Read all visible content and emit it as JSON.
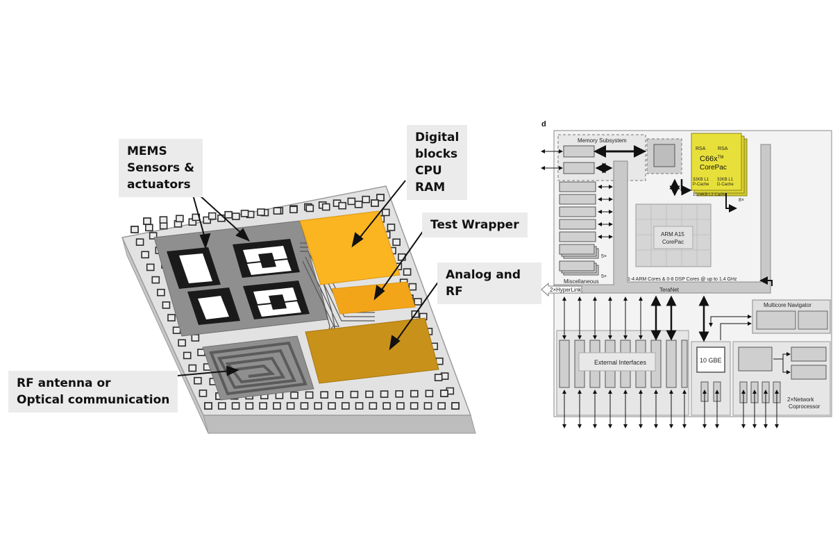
{
  "left_figure": {
    "callouts": {
      "mems": "MEMS\nSensors &\nactuators",
      "digital": "Digital\nblocks\nCPU\nRAM",
      "test_wrapper": "Test Wrapper",
      "analog_rf": "Analog and RF",
      "rf_antenna": "RF antenna or\nOptical communication"
    },
    "colors": {
      "chip_surface": "#e2e2e2",
      "mems_block": "#8f8f8f",
      "digital_block": "#fbb521",
      "test_wrapper_block": "#f3a51a",
      "analog_block": "#c8911a",
      "antenna_block": "#8f8f8f"
    }
  },
  "right_figure": {
    "panel_letter": "d",
    "memory_subsystem": "Memory Subsystem",
    "corepac": {
      "title_main": "C66x",
      "title_sup": "TM",
      "title_sub": "CorePac",
      "rsa_left": "RSA",
      "rsa_right": "RSA",
      "l1p_line1": "32KB L1",
      "l1p_line2": "P-Cache",
      "l1d_line1": "32KB L1",
      "l1d_line2": "D-Cache",
      "l2": "1024KB L2 Cache",
      "multiplier": "8×",
      "color": "#e8e03a"
    },
    "arm": {
      "line1": "ARM A15",
      "line2": "CorePac"
    },
    "cores_caption": "1-4 ARM Cores & 0-8 DSP Cores @ up to 1.4 GHz",
    "misc_multiplier_1": "5×",
    "misc_multiplier_2": "5×",
    "miscellaneous": "Miscellaneous",
    "hyperlink": "2×HyperLink",
    "teranet": "TeraNet",
    "multicore_navigator": "Multicore Navigator",
    "external_interfaces": "External Interfaces",
    "gbe": "10 GBE",
    "network_line1": "2×Network",
    "network_line2": "Coprocessor"
  }
}
